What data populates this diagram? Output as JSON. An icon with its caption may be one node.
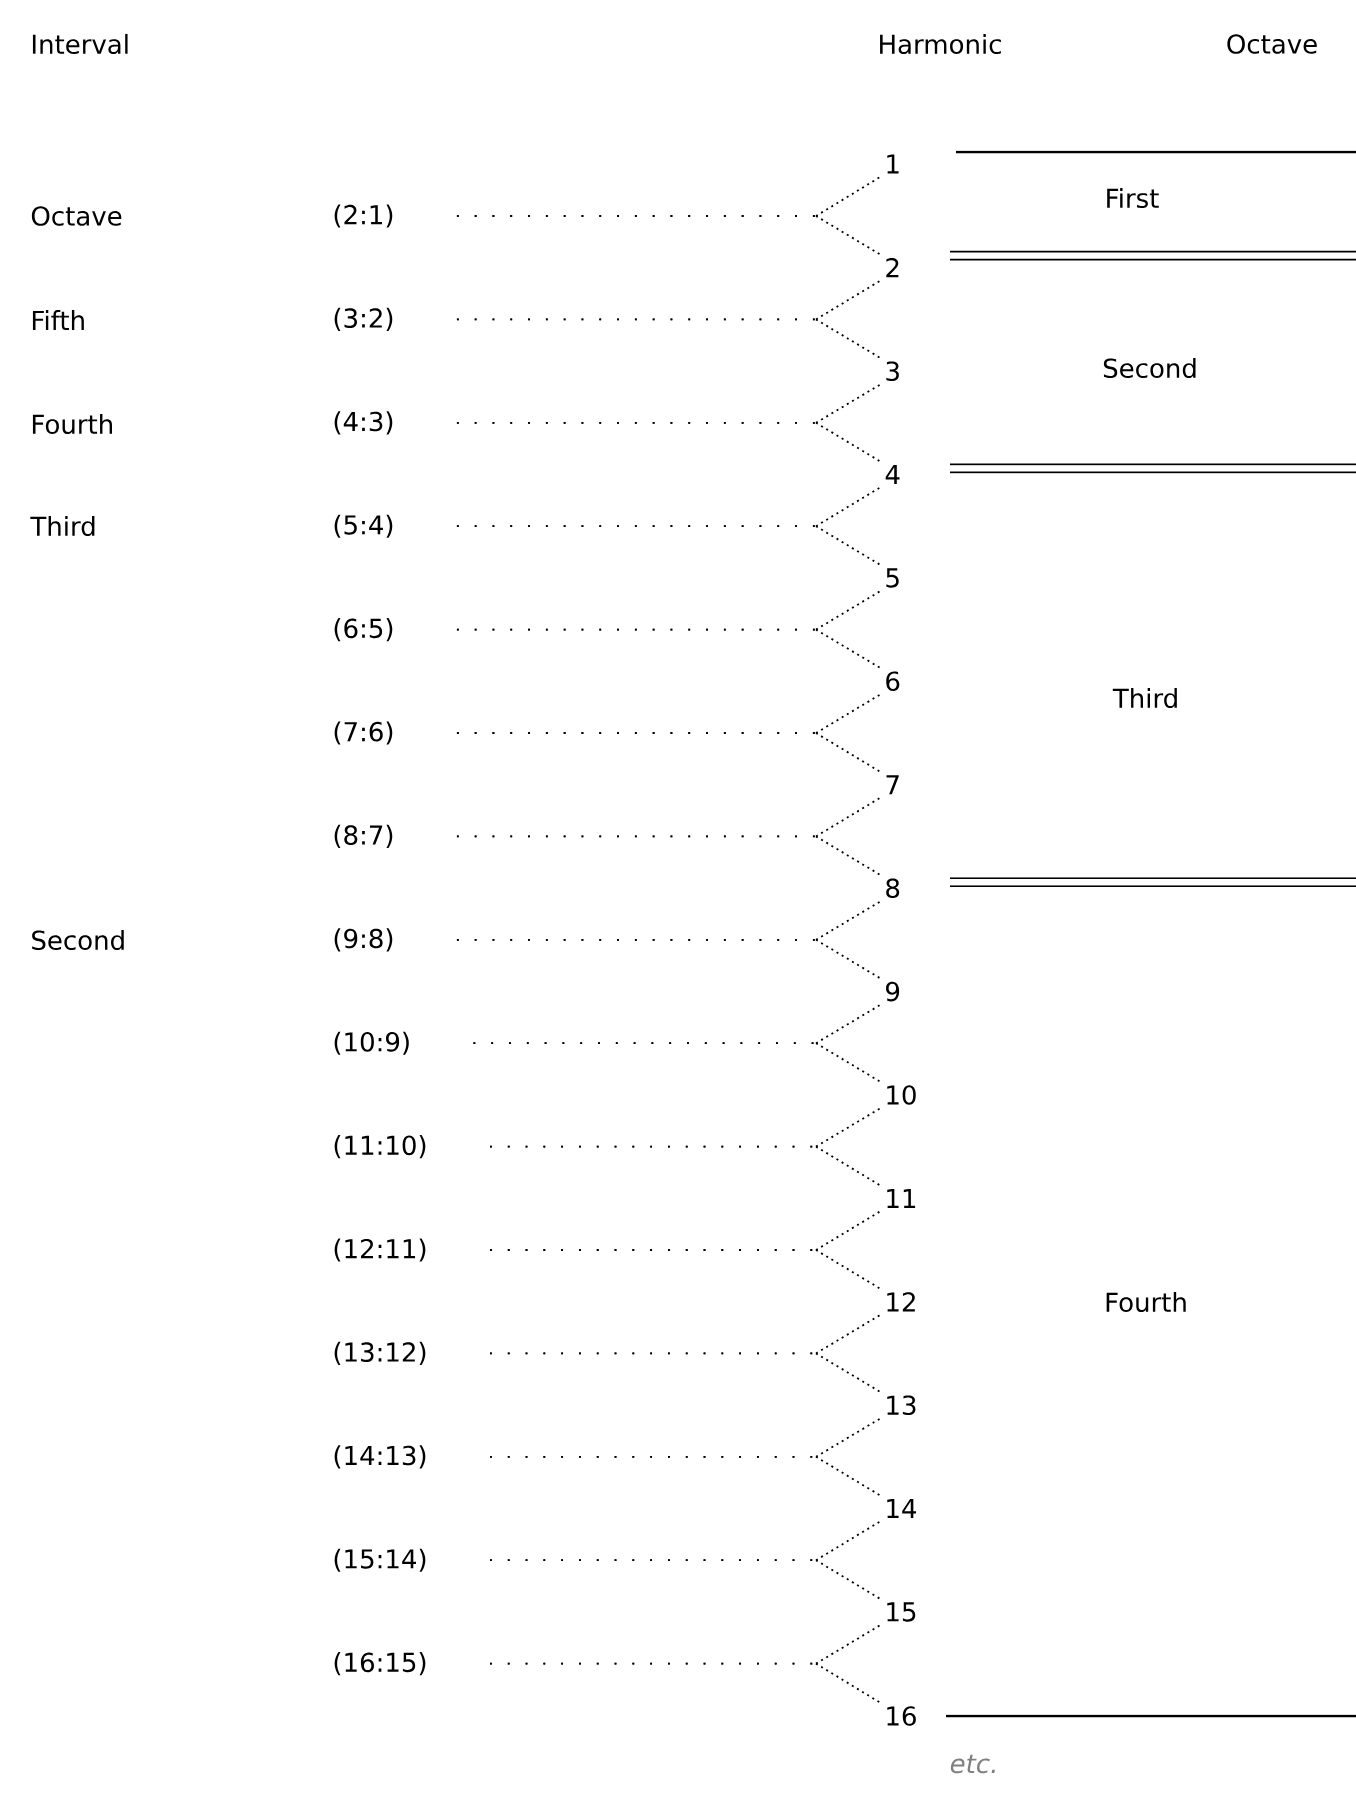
{
  "diagram": {
    "nodes": [
      {
        "text": [
          "1"
        ]
      },
      {
        "text": [
          "2"
        ]
      },
      {
        "text": [
          "3"
        ]
      },
      {
        "text": [
          "4"
        ]
      },
      {
        "text": [
          "5"
        ]
      },
      {
        "text": [
          "6"
        ]
      },
      {
        "text": [
          "7"
        ]
      },
      {
        "text": [
          "8"
        ]
      },
      {
        "text": [
          "9"
        ]
      },
      {
        "text": [
          "10"
        ]
      },
      {
        "text": [
          "11"
        ]
      },
      {
        "text": [
          "12"
        ]
      },
      {
        "text": [
          "13"
        ]
      },
      {
        "text": [
          "14"
        ]
      },
      {
        "text": [
          "15"
        ]
      },
      {
        "text": [
          "16"
        ]
      },
      {
        "text": [
          "(2:1)"
        ]
      },
      {
        "text": [
          "(3:2)"
        ]
      },
      {
        "text": [
          "(4:3)"
        ]
      },
      {
        "text": [
          "(5:4)"
        ]
      },
      {
        "text": [
          "(6:5)"
        ]
      },
      {
        "text": [
          "(7:6)"
        ]
      },
      {
        "text": [
          "(8:7)"
        ]
      },
      {
        "text": [
          "(9:8)"
        ]
      },
      {
        "text": [
          "(10:9)"
        ]
      },
      {
        "text": [
          "(11:10)"
        ]
      },
      {
        "text": [
          "(12:11)"
        ]
      },
      {
        "text": [
          "(13:12)"
        ]
      },
      {
        "text": [
          "(14:13)"
        ]
      },
      {
        "text": [
          "(15:14)"
        ]
      },
      {
        "text": [
          "(16:15)"
        ]
      }
    ],
    "edges": [
      {
        "from": 16,
        "to": 0,
        "arrow": "none"
      },
      {
        "from": 16,
        "to": 1,
        "arrow": "none"
      },
      {
        "from": 17,
        "to": 1,
        "arrow": "none"
      },
      {
        "from": 17,
        "to": 2,
        "arrow": "none"
      },
      {
        "from": 18,
        "to": 2,
        "arrow": "none"
      },
      {
        "from": 18,
        "to": 3,
        "arrow": "none"
      },
      {
        "from": 19,
        "to": 3,
        "arrow": "none"
      },
      {
        "from": 19,
        "to": 4,
        "arrow": "none"
      },
      {
        "from": 20,
        "to": 4,
        "arrow": "none"
      },
      {
        "from": 20,
        "to": 5,
        "arrow": "none"
      },
      {
        "from": 21,
        "to": 5,
        "arrow": "none"
      },
      {
        "from": 21,
        "to": 6,
        "arrow": "none"
      },
      {
        "from": 22,
        "to": 6,
        "arrow": "none"
      },
      {
        "from": 22,
        "to": 7,
        "arrow": "none"
      },
      {
        "from": 23,
        "to": 7,
        "arrow": "none"
      },
      {
        "from": 23,
        "to": 8,
        "arrow": "none"
      },
      {
        "from": 24,
        "to": 8,
        "arrow": "none"
      },
      {
        "from": 24,
        "to": 9,
        "arrow": "none"
      },
      {
        "from": 25,
        "to": 9,
        "arrow": "none"
      },
      {
        "from": 25,
        "to": 10,
        "arrow": "none"
      },
      {
        "from": 26,
        "to": 10,
        "arrow": "none"
      },
      {
        "from": 26,
        "to": 11,
        "arrow": "none"
      },
      {
        "from": 27,
        "to": 11,
        "arrow": "none"
      },
      {
        "from": 27,
        "to": 12,
        "arrow": "none"
      },
      {
        "from": 28,
        "to": 12,
        "arrow": "none"
      },
      {
        "from": 28,
        "to": 13,
        "arrow": "none"
      },
      {
        "from": 29,
        "to": 13,
        "arrow": "none"
      },
      {
        "from": 29,
        "to": 14,
        "arrow": "none"
      },
      {
        "from": 30,
        "to": 14,
        "arrow": "none"
      },
      {
        "from": 30,
        "to": 15,
        "arrow": "none"
      }
    ],
    "labels": [
      "Interval",
      "Harmonic",
      "Octave",
      "Octave",
      "First",
      "Fifth",
      "Second",
      "Fourth",
      "Third",
      "Third",
      "Second",
      "Fourth",
      "etc."
    ]
  }
}
